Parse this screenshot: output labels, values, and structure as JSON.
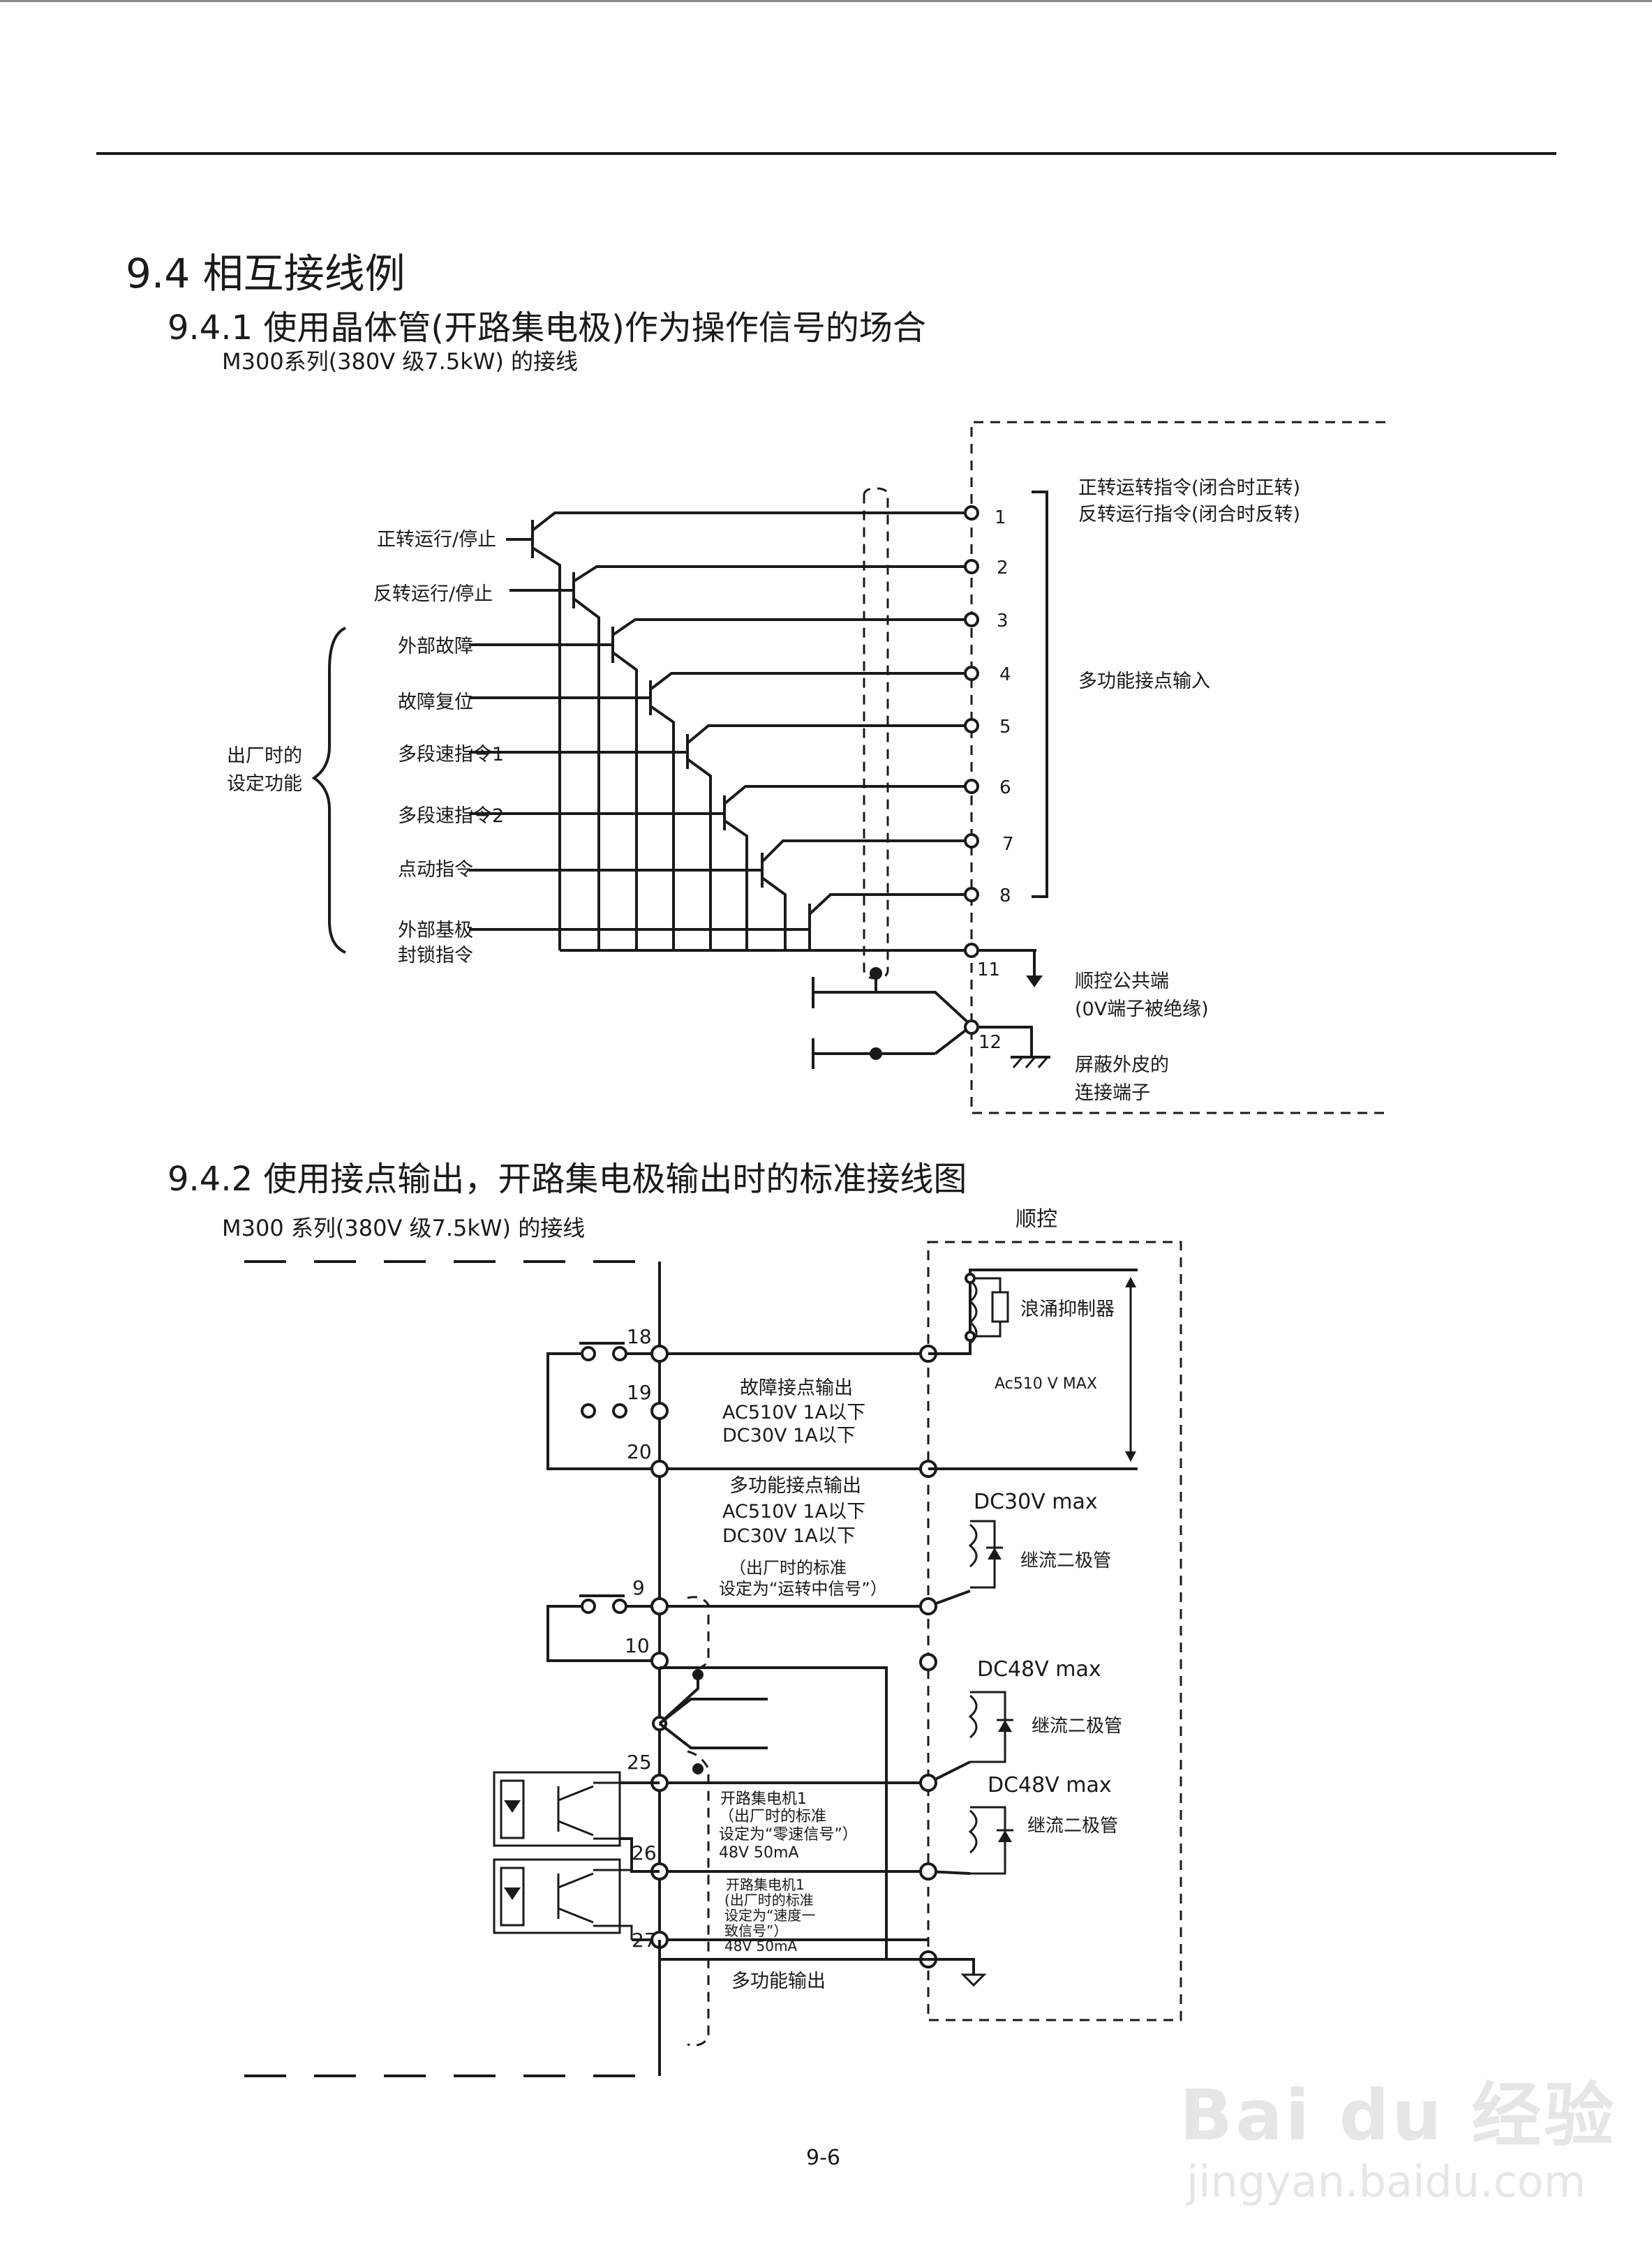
{
  "section_title": "9.4 相互接线例",
  "s1": {
    "title": "9.4.1 使用晶体管(开路集电极)作为操作信号的场合",
    "subtitle": "M300系列(380V 级7.5kW) 的接线",
    "left_labels": [
      "正转运行/停止",
      "反转运行/停止",
      "外部故障",
      "故障复位",
      "多段速指令1",
      "多段速指令2",
      "点动指令",
      "外部基极",
      "封锁指令"
    ],
    "group_label": [
      "出厂时的",
      "设定功能"
    ],
    "terminals": [
      "1",
      "2",
      "3",
      "4",
      "5",
      "6",
      "7",
      "8",
      "11",
      "12"
    ],
    "right_labels": [
      "正转运转指令(闭合时正转)",
      "反转运行指令(闭合时反转)",
      "多功能接点输入",
      "顺控公共端",
      "(0V端子被绝缘)",
      "屏蔽外皮的",
      "连接端子"
    ]
  },
  "s2": {
    "title": "9.4.2 使用接点输出，开路集电极输出时的标准接线图",
    "subtitle": "M300 系列(380V 级7.5kW) 的接线",
    "seq_label": "顺控",
    "terminals": [
      "18",
      "19",
      "20",
      "9",
      "10",
      "25",
      "26",
      "27"
    ],
    "fault_block": [
      "故障接点输出",
      "AC510V 1A以下",
      "DC30V   1A以下"
    ],
    "multi_block": [
      "多功能接点输出",
      "AC510V 1A以下",
      "DC30V   1A以下"
    ],
    "factory_note": [
      "（出厂时的标准",
      "设定为“运转中信号”）"
    ],
    "surge": "浪涌抑制器",
    "ac_max": "Ac510 V MAX",
    "dc30": "DC30V   max",
    "dc48a": "DC48V   max",
    "dc48b": "DC48V   max",
    "diode": "继流二极管",
    "oc1": [
      "开路集电机1",
      "（出厂时的标准",
      "设定为“零速信号”）",
      "48V 50mA"
    ],
    "oc2": [
      "开路集电机1",
      "(出厂时的标准",
      "设定为“速度一",
      "致信号”）",
      "48V 50mA"
    ],
    "multi_out": "多功能输出"
  },
  "page_number": "9-6",
  "watermark": {
    "brand": "Bai du 经验",
    "url": "jingyan.baidu.com"
  }
}
